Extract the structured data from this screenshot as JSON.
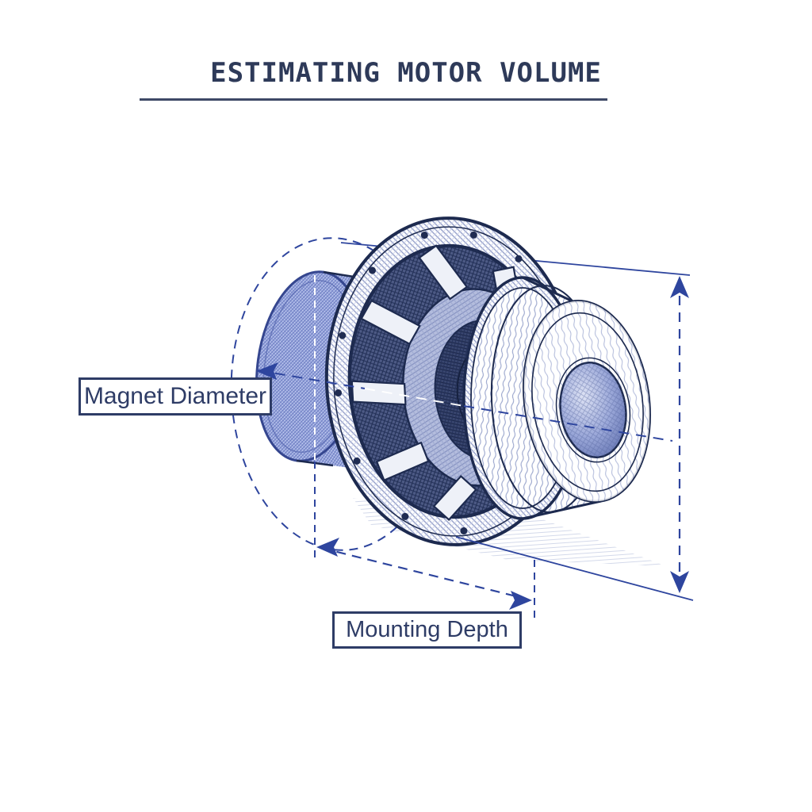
{
  "title": {
    "text": "ESTIMATING MOTOR VOLUME"
  },
  "labels": {
    "magnet_diameter": "Magnet Diameter",
    "mounting_depth": "Mounting Depth"
  },
  "palette": {
    "background": "#ffffff",
    "title": "#2e3a59",
    "label": "#2e3c66",
    "ink": "#1d2a4f",
    "accent": "#2e459e",
    "magnet": "#8e9dd8"
  },
  "illustration": {
    "subject": "hand-sketched loudspeaker motor, three-quarter view",
    "parts": [
      "magnet (blue, rear)",
      "basket with spokes and bolt holes",
      "cone interior rings",
      "front drum",
      "dust cap"
    ],
    "annotations": [
      "dashed circumscribing circle around magnet",
      "dashed center axis line with left arrow",
      "vertical dashed overall-height dimension with up/down arrows",
      "slanted dashed mounting-depth dimension with outward arrows",
      "solid extension lines to the right dimension"
    ]
  }
}
